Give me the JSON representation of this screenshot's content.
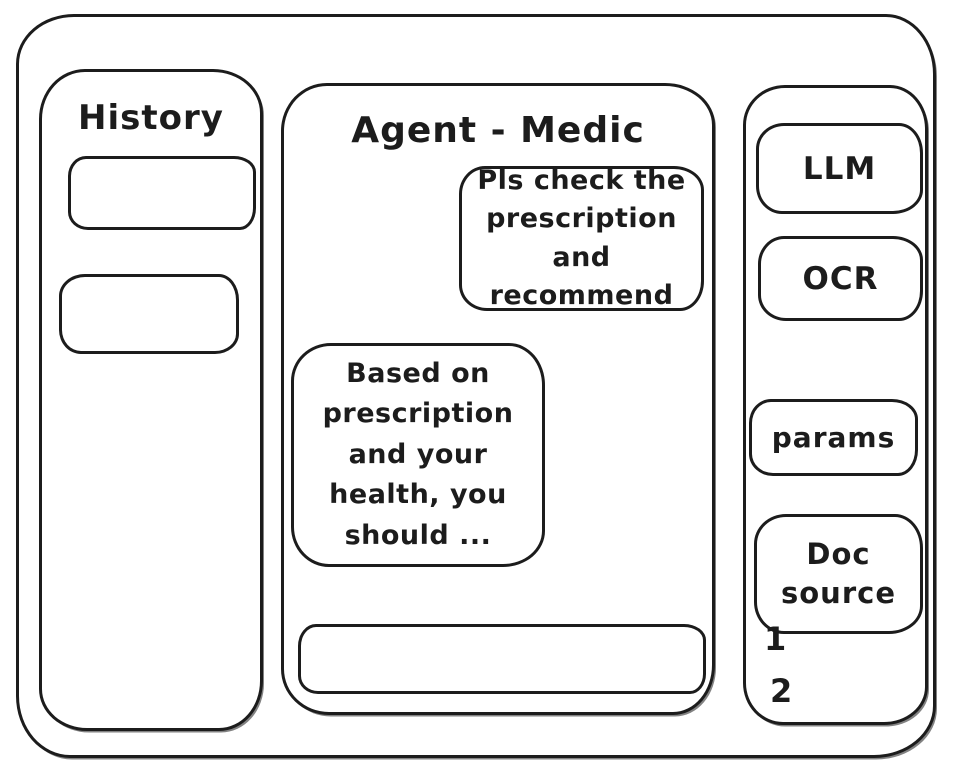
{
  "colors": {
    "ink": "#1c1c1c",
    "background": "#ffffff"
  },
  "history": {
    "title": "History",
    "items": [
      {
        "label": ""
      },
      {
        "label": ""
      }
    ]
  },
  "chat": {
    "title": "Agent - Medic",
    "messages": [
      {
        "role": "user",
        "align": "right",
        "text": "Pls check the\nprescription\nand recommend"
      },
      {
        "role": "agent",
        "align": "left",
        "text": "Based on\nprescription\nand your\nhealth, you\nshould ..."
      }
    ],
    "input": {
      "value": ""
    }
  },
  "tools": {
    "buttons": [
      {
        "id": "llm",
        "label": "LLM"
      },
      {
        "id": "ocr",
        "label": "OCR"
      },
      {
        "id": "params",
        "label": "params"
      },
      {
        "id": "doc-source",
        "label": "Doc source"
      }
    ],
    "doc_source_items": [
      "1",
      "2"
    ]
  }
}
